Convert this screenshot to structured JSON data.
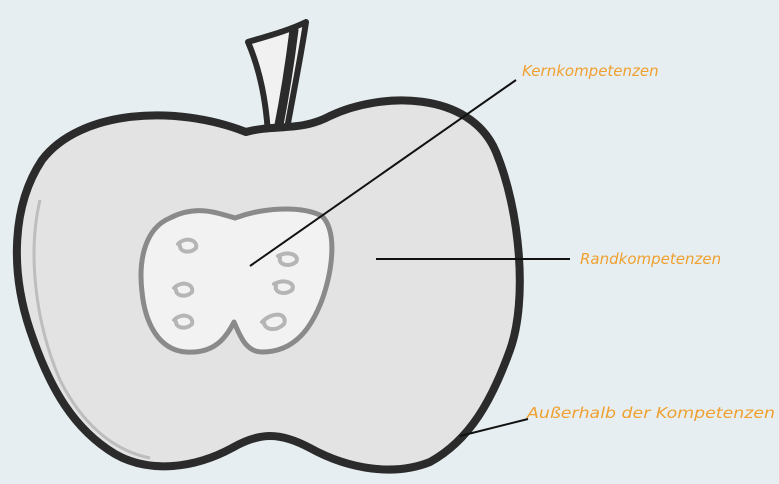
{
  "labels": {
    "core": "Kernkompetenzen",
    "edge": "Randkompetenzen",
    "outside": "Außerhalb der Kompetenzen"
  },
  "colors": {
    "background": "#e6eef1",
    "apple_flesh": "#e3e3e3",
    "outline": "#2b2b2b",
    "core": "#f2f2f2",
    "core_outline": "#8a8a8a",
    "seed": "#b5b5b5",
    "label_text": "#f0a030",
    "leader_line": "#111111"
  }
}
